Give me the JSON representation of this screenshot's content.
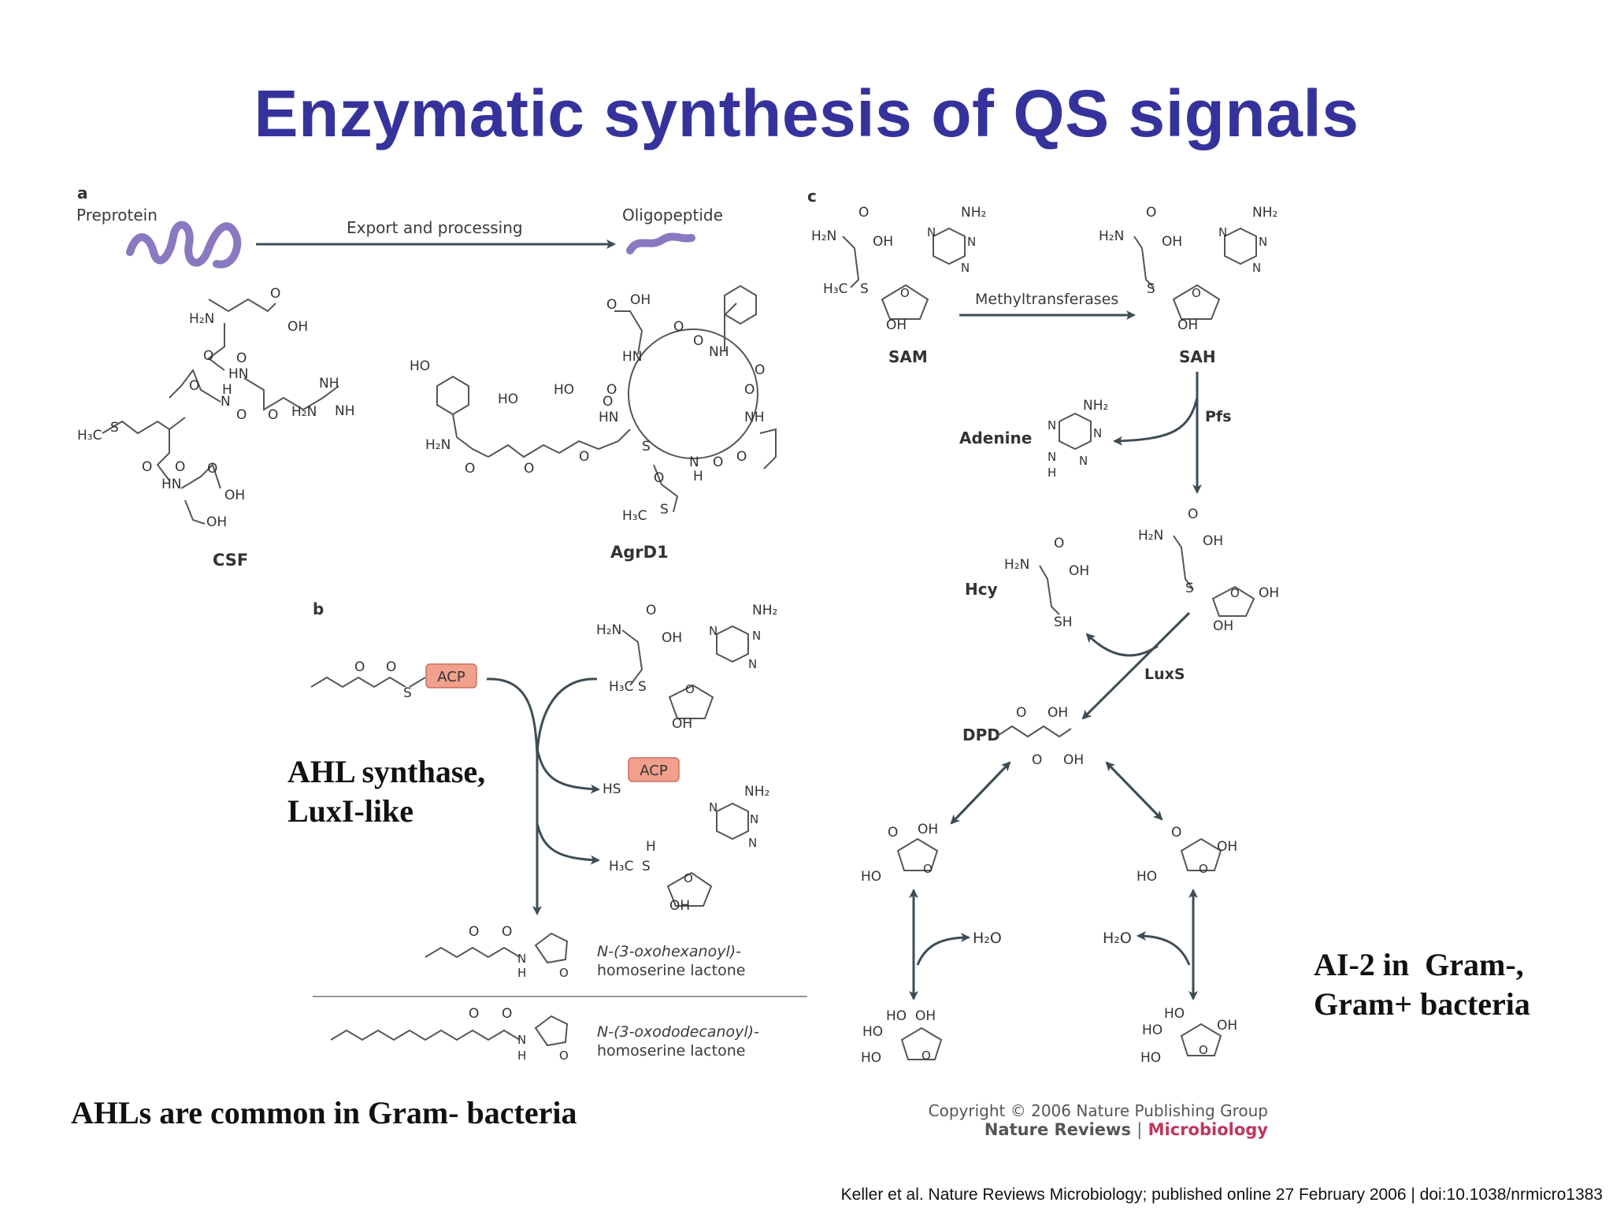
{
  "title": "Enzymatic synthesis of QS signals",
  "panel_a": {
    "letter": "a",
    "preprotein": "Preprotein",
    "arrow_label": "Export and processing",
    "oligopeptide": "Oligopeptide",
    "csf": "CSF",
    "agrd1": "AgrD1"
  },
  "panel_b": {
    "letter": "b",
    "acp": "ACP",
    "product1_line1": "N-(3-oxohexanoyl)-",
    "product1_line2": "homoserine lactone",
    "product2_line1": "N-(3-oxododecanoyl)-",
    "product2_line2": "homoserine lactone"
  },
  "panel_c": {
    "letter": "c",
    "sam": "SAM",
    "sah": "SAH",
    "methyltransferases": "Methyltransferases",
    "pfs": "Pfs",
    "adenine": "Adenine",
    "hcy": "Hcy",
    "luxs": "LuxS",
    "dpd": "DPD",
    "water": "H₂O"
  },
  "annotations": {
    "ahl_synthase_line1": "AHL synthase,",
    "ahl_synthase_line2": "LuxI-like",
    "ahls_common": "AHLs are common in Gram- bacteria",
    "ai2_line1": "AI-2 in  Gram-,",
    "ai2_line2": "Gram+ bacteria"
  },
  "copyright": {
    "line1": "Copyright © 2006 Nature Publishing Group",
    "journal_a": "Nature Reviews",
    "separator": "|",
    "journal_b": "Microbiology"
  },
  "citation": "Keller et al. Nature Reviews Microbiology; published online 27 February 2006 | doi:10.1038/nrmicro1383",
  "colors": {
    "title": "#35339b",
    "peptide": "#8a78c0",
    "acp_fill": "#f0a08c",
    "arrow": "#3d4d55",
    "journal_accent": "#c0365a"
  }
}
